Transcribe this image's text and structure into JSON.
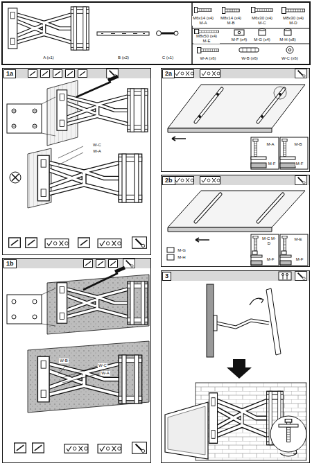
{
  "diagram": {
    "nodes": [
      {
        "text": [
          "1a"
        ]
      },
      {
        "text": [
          "1b"
        ]
      },
      {
        "text": [
          "2a"
        ]
      },
      {
        "text": [
          "2b"
        ]
      },
      {
        "text": [
          "3"
        ]
      }
    ],
    "labels": [
      "A (x1)",
      "B (x2)",
      "C (x1)",
      "M6x14 (x4) M-A",
      "M8x14 (x4) M-B",
      "M6x30 (x4) M-C",
      "M8x30 (x4) M-D",
      "M8x50 (x4) M-E",
      "M-F (x4)",
      "M-G (x4)",
      "M-H (x8)",
      "W-A (x6)",
      "W-B (x6)",
      "W-C (x6)",
      "W-C",
      "W-A",
      "W-B",
      "W-C",
      "W-A",
      "M-A",
      "M-B",
      "M-F",
      "M-F",
      "M-C M-D",
      "M-E",
      "M-F",
      "M-F",
      "M-G",
      "M-H"
    ]
  }
}
